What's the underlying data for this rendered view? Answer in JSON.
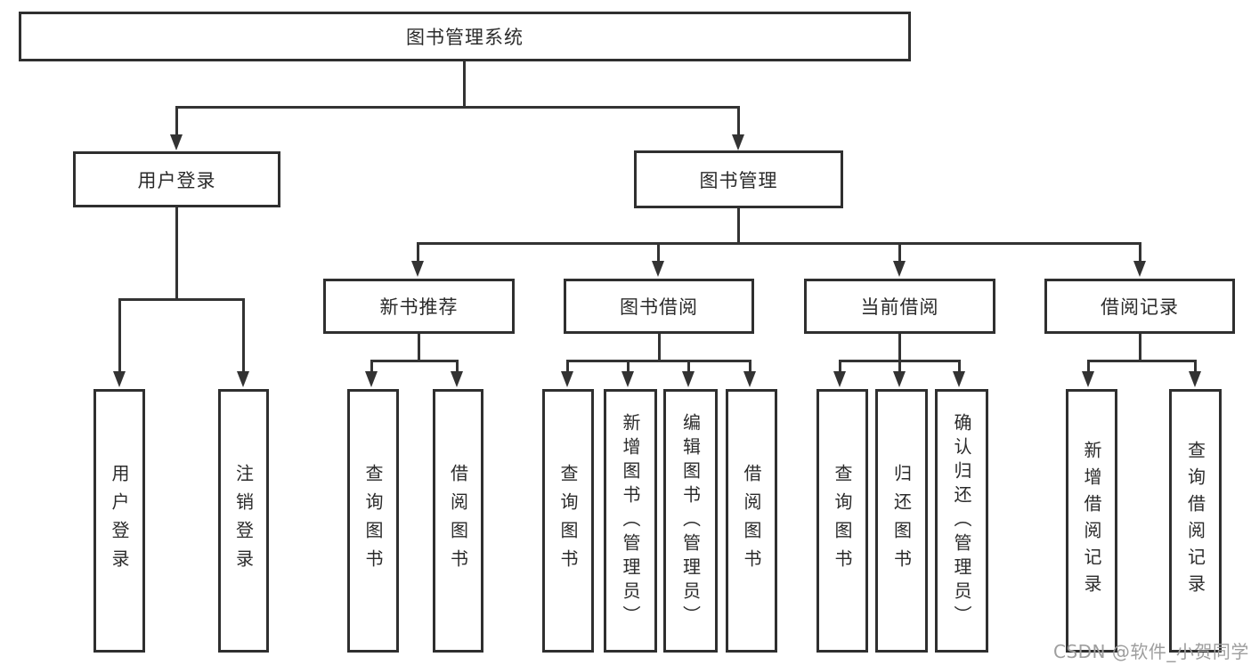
{
  "diagram": {
    "title": "图书管理系统",
    "type": "hierarchy-chart",
    "colors": {
      "line": "#333333",
      "node_border": "#2f2f2f",
      "node_text": "#2b2b2b",
      "background": "#ffffff",
      "watermark": "#9e9e9e"
    },
    "nodes": {
      "root": {
        "label": "图书管理系统"
      },
      "user_login": {
        "label": "用户登录"
      },
      "book_mgmt": {
        "label": "图书管理"
      },
      "new_book_rec": {
        "label": "新书推荐"
      },
      "book_borrow": {
        "label": "图书借阅"
      },
      "current_borrow": {
        "label": "当前借阅"
      },
      "borrow_record": {
        "label": "借阅记录"
      },
      "leaf_user_login": {
        "label": "用户登录"
      },
      "leaf_logout": {
        "label": "注销登录"
      },
      "leaf_rec_query": {
        "label": "查询图书"
      },
      "leaf_rec_borrow": {
        "label": "借阅图书"
      },
      "leaf_bb_query": {
        "label": "查询图书"
      },
      "leaf_bb_add": {
        "label": "新增图书（管理员）"
      },
      "leaf_bb_edit": {
        "label": "编辑图书（管理员）"
      },
      "leaf_bb_borrow": {
        "label": "借阅图书"
      },
      "leaf_cb_query": {
        "label": "查询图书"
      },
      "leaf_cb_return": {
        "label": "归还图书"
      },
      "leaf_cb_confirm": {
        "label": "确认归还（管理员）"
      },
      "leaf_br_add": {
        "label": "新增借阅记录"
      },
      "leaf_br_query": {
        "label": "查询借阅记录"
      }
    },
    "hierarchy": {
      "root": [
        "user_login",
        "book_mgmt"
      ],
      "user_login": [
        "leaf_user_login",
        "leaf_logout"
      ],
      "book_mgmt": [
        "new_book_rec",
        "book_borrow",
        "current_borrow",
        "borrow_record"
      ],
      "new_book_rec": [
        "leaf_rec_query",
        "leaf_rec_borrow"
      ],
      "book_borrow": [
        "leaf_bb_query",
        "leaf_bb_add",
        "leaf_bb_edit",
        "leaf_bb_borrow"
      ],
      "current_borrow": [
        "leaf_cb_query",
        "leaf_cb_return",
        "leaf_cb_confirm"
      ],
      "borrow_record": [
        "leaf_br_add",
        "leaf_br_query"
      ]
    },
    "watermark": {
      "text": "CSDN @软件_小贺同学"
    }
  }
}
